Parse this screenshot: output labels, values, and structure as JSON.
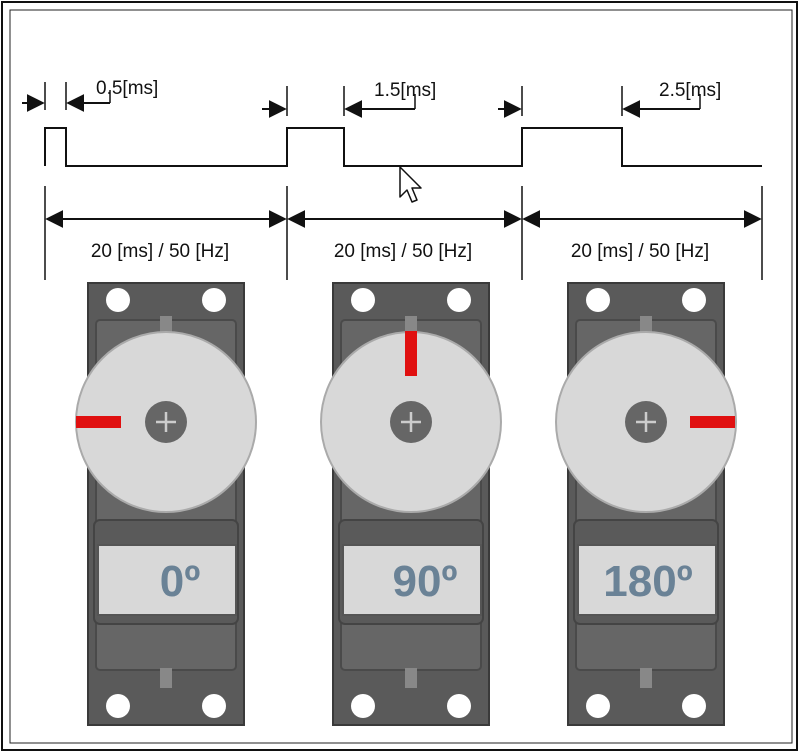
{
  "pulse_labels": [
    "0.5[ms]",
    "1.5[ms]",
    "2.5[ms]"
  ],
  "period_label": "20 [ms] / 50 [Hz]",
  "servos": [
    {
      "angle_label": "0º",
      "angle_deg": 0
    },
    {
      "angle_label": "90º",
      "angle_deg": 90
    },
    {
      "angle_label": "180º",
      "angle_deg": 180
    }
  ],
  "colors": {
    "indicator": "#e01010",
    "angle_text": "#6a8296",
    "servo_body": "#5f5f5f",
    "servo_plate": "#4a4a4a",
    "horn": "#d8d8d8",
    "line": "#111111"
  },
  "cursor_icon": "arrow-cursor-icon"
}
